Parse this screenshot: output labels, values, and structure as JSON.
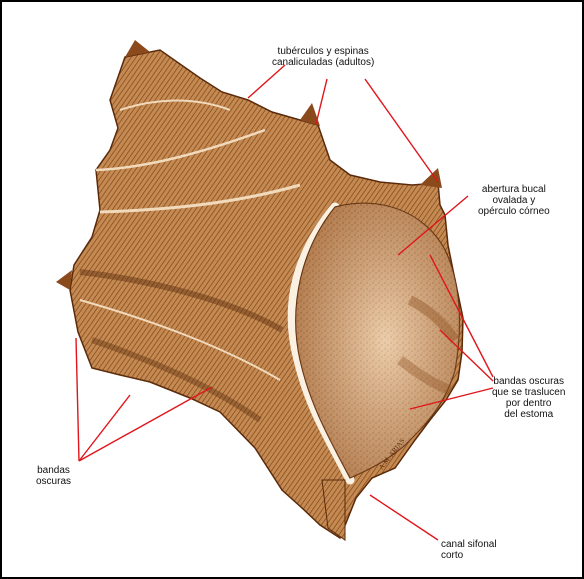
{
  "colors": {
    "leader": "#e0161b",
    "shell_dark": "#6b3510",
    "shell_mid": "#a8662f",
    "shell_light": "#e7c39a",
    "aperture": "#d9a877"
  },
  "labels": {
    "tuberculos": [
      "tubérculos y espinas",
      "canaliculadas (adultos)"
    ],
    "abertura": [
      "abertura bucal",
      "ovalada y",
      "opérculo córneo"
    ],
    "bandas_traslucen": [
      "bandas oscuras",
      "que se traslucen",
      "por dentro",
      "del estoma"
    ],
    "bandas_oscuras": [
      "bandas",
      "oscuras"
    ],
    "canal": [
      "canal sifonal",
      "corto"
    ]
  },
  "signature": "A.M. ARIAS"
}
